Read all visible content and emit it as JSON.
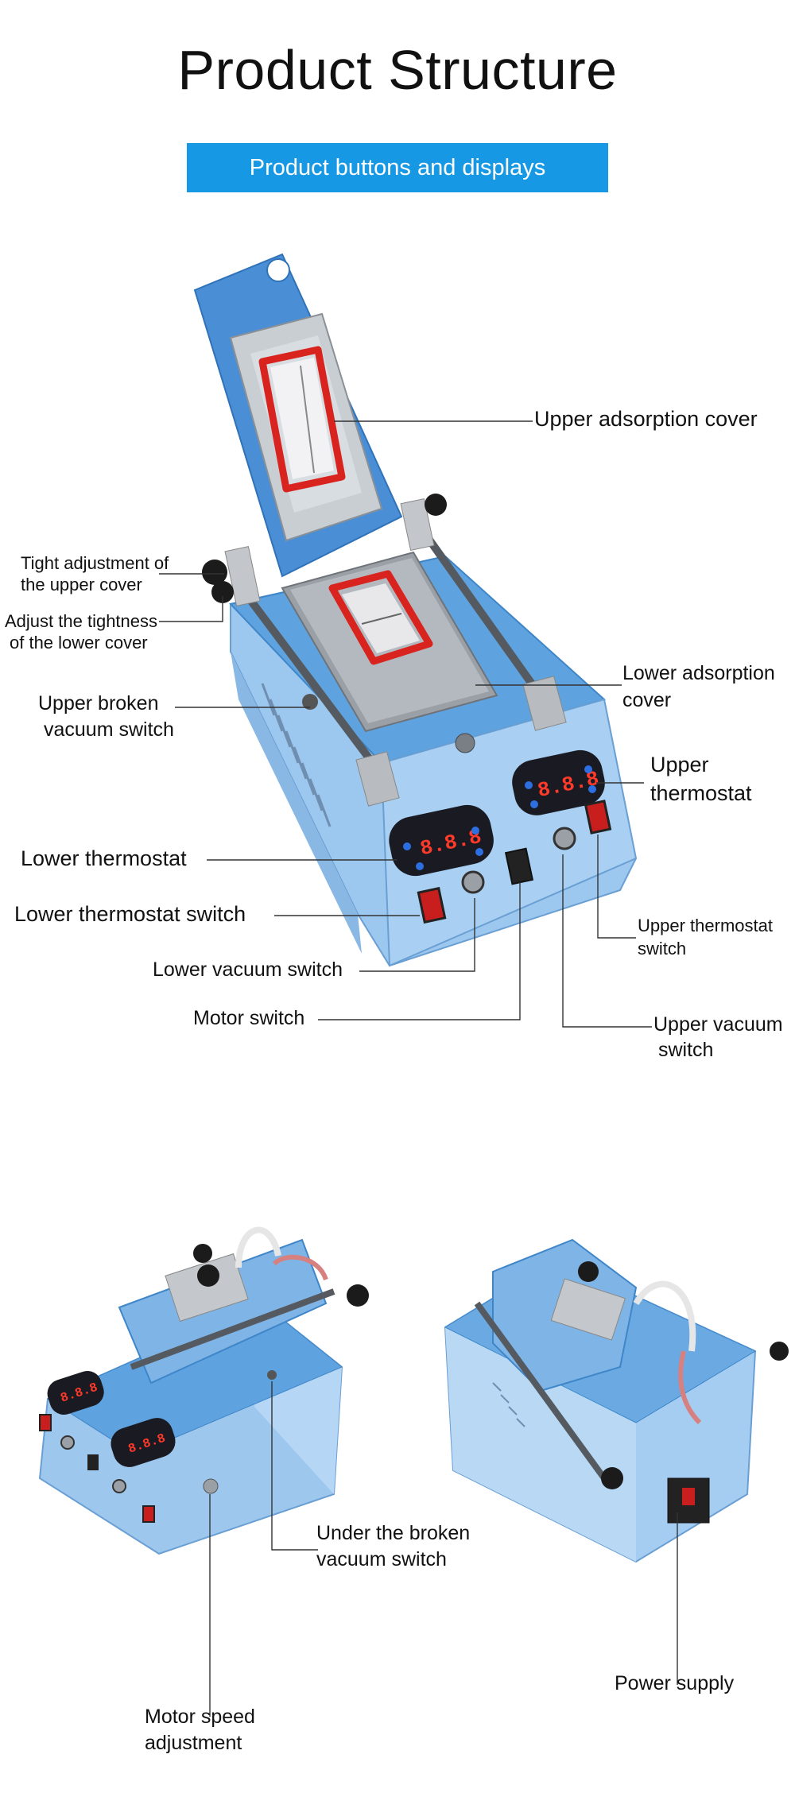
{
  "title": "Product Structure",
  "banner": "Product buttons and displays",
  "callouts": {
    "upper_adsorption_cover": "Upper adsorption cover",
    "tight_adjustment_line1": "Tight adjustment of",
    "tight_adjustment_line2": "the upper cover",
    "adjust_tightness_line1": "Adjust the tightness",
    "adjust_tightness_line2": "of the lower cover",
    "lower_adsorption_line1": "Lower adsorption",
    "lower_adsorption_line2": "cover",
    "upper_broken_line1": "Upper broken",
    "upper_broken_line2": "vacuum switch",
    "upper_thermostat_line1": "Upper",
    "upper_thermostat_line2": "thermostat",
    "lower_thermostat": "Lower thermostat",
    "lower_thermostat_switch": "Lower thermostat switch",
    "upper_thermostat_switch_line1": "Upper thermostat",
    "upper_thermostat_switch_line2": "switch",
    "lower_vacuum_switch": "Lower vacuum switch",
    "motor_switch": "Motor switch",
    "upper_vacuum_line1": "Upper vacuum",
    "upper_vacuum_line2": "switch",
    "under_broken_line1": "Under the broken",
    "under_broken_line2": "vacuum switch",
    "motor_speed_line1": "Motor speed",
    "motor_speed_line2": "adjustment",
    "power_supply": "Power supply"
  },
  "colors": {
    "banner": "#1798e4",
    "machine_blue": "#7fb5e6",
    "machine_dark": "#4b8fd0",
    "gasket_red": "#d8231e",
    "panel_black": "#1a1a22",
    "switch_red": "#c81e1e"
  }
}
